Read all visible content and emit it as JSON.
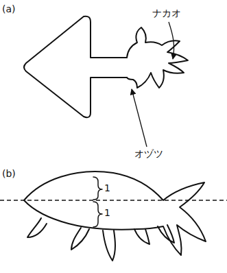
{
  "diagram": {
    "labels": [
      "(a)",
      "ナカオ",
      "オヅツ",
      "(b)",
      "1",
      "1"
    ]
  }
}
